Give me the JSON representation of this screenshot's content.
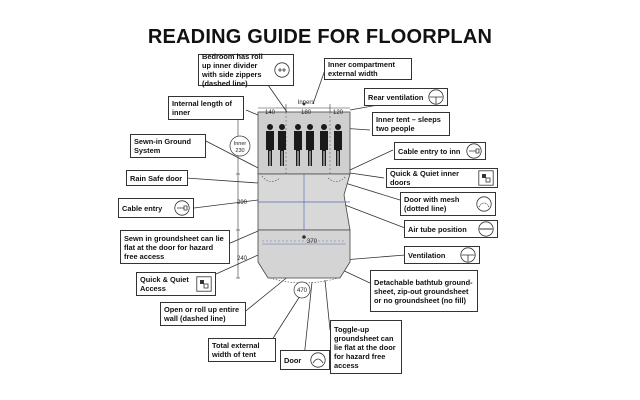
{
  "title": "READING GUIDE FOR FLOORPLAN",
  "labels": {
    "bedroom_divider": "Bedroom has roll up inner divider with side zippers (dashed line)",
    "inner_width": "Inner compartment external width",
    "internal_length": "Internal length of inner",
    "rear_ventilation": "Rear ventilation",
    "inner_tent": "Inner tent – sleeps two people",
    "sewn_ground": "Sewn-in Ground System",
    "cable_to_inn": "Cable entry to inn",
    "rain_safe": "Rain Safe door",
    "quick_quiet_inner": "Quick & Quiet inner doors",
    "cable_entry": "Cable entry",
    "door_mesh": "Door with mesh (dotted line)",
    "air_tube": "Air tube position",
    "sewn_groundsheet": "Sewn in groundsheet can lie flat at the door for hazard free access",
    "ventilation": "Ventilation",
    "quick_quiet_access": "Quick & Quiet Access",
    "bathtub": "Detachable bathtub ground-sheet, zip-out groundsheet or no groundsheet (no fill)",
    "open_roll": "Open or roll up entire wall (dashed line)",
    "total_width": "Total external width of tent",
    "toggle_up": "Toggle-up groundsheet can lie flat at the door for hazard free access",
    "door": "Door"
  },
  "dimensions": {
    "d140": "140",
    "inners": "Inners",
    "d180": "180",
    "d120": "120",
    "inner": "Inner",
    "d230": "230",
    "d290": "290",
    "d240": "240",
    "d370": "370",
    "d470": "470"
  },
  "icons": {
    "bedroom_divider": "zipper-icon",
    "rear_ventilation": "vent-icon",
    "cable_to_inn": "cable-icon",
    "quick_quiet_inner": "quick-quiet-icon",
    "cable_entry": "cable-icon",
    "door_mesh": "mesh-door-icon",
    "air_tube": "air-tube-icon",
    "ventilation": "vent-icon",
    "quick_quiet_access": "quick-quiet-icon",
    "door": "door-icon"
  },
  "colors": {
    "floor": "#d6d6d6",
    "inner": "#c4c4c4",
    "line": "#333333",
    "dashed_blue": "#5a6fb0"
  }
}
